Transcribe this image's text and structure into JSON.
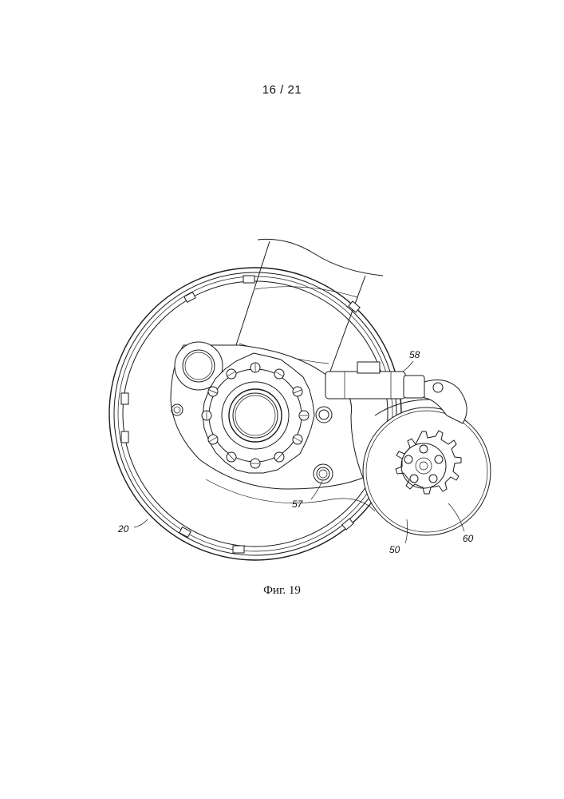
{
  "header": {
    "page_number": "16 / 21"
  },
  "figure": {
    "caption": "Фиг. 19",
    "reference_labels": {
      "ring": "20",
      "motor": "50",
      "bolt": "57",
      "actuator": "58",
      "sprocket": "60"
    }
  }
}
